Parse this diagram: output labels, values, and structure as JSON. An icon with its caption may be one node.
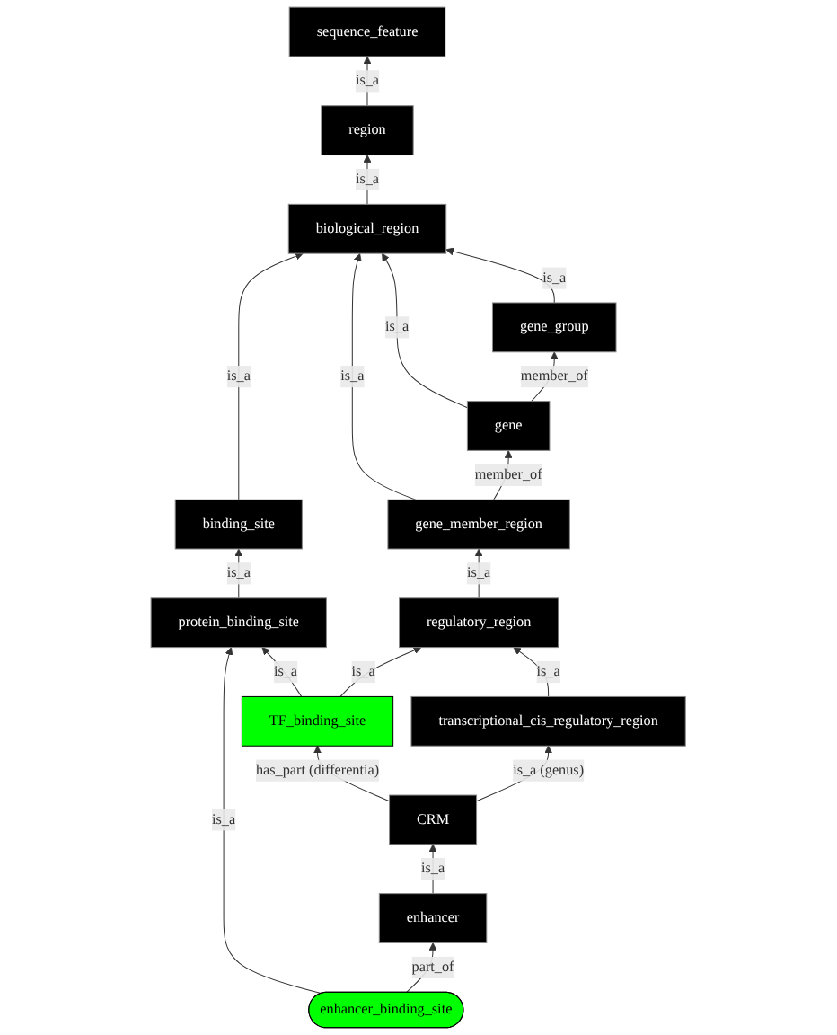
{
  "diagram": {
    "nodes": [
      {
        "text": [
          "sequence_feature"
        ]
      },
      {
        "text": [
          "region"
        ]
      },
      {
        "text": [
          "biological_region"
        ]
      },
      {
        "text": [
          "binding_site"
        ]
      },
      {
        "text": [
          "gene_group"
        ]
      },
      {
        "text": [
          "gene"
        ]
      },
      {
        "text": [
          "gene_member_region"
        ]
      },
      {
        "text": [
          "protein_binding_site"
        ]
      },
      {
        "text": [
          "regulatory_region"
        ]
      },
      {
        "text": [
          "TF_binding_site"
        ]
      },
      {
        "text": [
          "transcriptional_cis_regulatory_region"
        ]
      },
      {
        "text": [
          "CRM"
        ]
      },
      {
        "text": [
          "enhancer"
        ]
      },
      {
        "text": [
          "enhancer_binding_site"
        ]
      }
    ],
    "edges": [
      {
        "from": 1,
        "to": 0,
        "arrow": "to",
        "label": "is_a"
      },
      {
        "from": 2,
        "to": 1,
        "arrow": "to",
        "label": "is_a"
      },
      {
        "from": 3,
        "to": 2,
        "arrow": "to",
        "label": "is_a"
      },
      {
        "from": 5,
        "to": 2,
        "arrow": "to",
        "label": "is_a"
      },
      {
        "from": 4,
        "to": 2,
        "arrow": "to",
        "label": "is_a"
      },
      {
        "from": 6,
        "to": 2,
        "arrow": "to",
        "label": "is_a"
      },
      {
        "from": 5,
        "to": 4,
        "arrow": "to",
        "label": "member_of"
      },
      {
        "from": 6,
        "to": 5,
        "arrow": "to",
        "label": "member_of"
      },
      {
        "from": 7,
        "to": 3,
        "arrow": "to",
        "label": "is_a"
      },
      {
        "from": 8,
        "to": 6,
        "arrow": "to",
        "label": "is_a"
      },
      {
        "from": 9,
        "to": 7,
        "arrow": "to",
        "label": "is_a"
      },
      {
        "from": 9,
        "to": 8,
        "arrow": "to",
        "label": "is_a"
      },
      {
        "from": 10,
        "to": 8,
        "arrow": "to",
        "label": "is_a"
      },
      {
        "from": 11,
        "to": 9,
        "arrow": "to",
        "label": "has_part (differentia)"
      },
      {
        "from": 11,
        "to": 10,
        "arrow": "to",
        "label": "is_a (genus)"
      },
      {
        "from": 12,
        "to": 11,
        "arrow": "to",
        "label": "is_a"
      },
      {
        "from": 13,
        "to": 7,
        "arrow": "to",
        "label": "is_a"
      },
      {
        "from": 13,
        "to": 12,
        "arrow": "to",
        "label": "part_of"
      }
    ]
  }
}
